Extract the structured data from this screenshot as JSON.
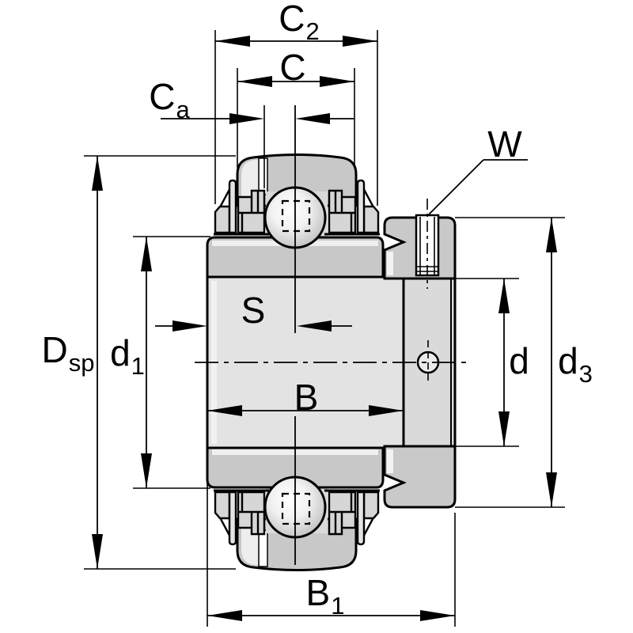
{
  "drawing": {
    "figure_type": "bearing-cross-section-technical-drawing",
    "labels": {
      "C2": {
        "main": "C",
        "sub": "2"
      },
      "C": {
        "main": "C",
        "sub": ""
      },
      "Ca": {
        "main": "C",
        "sub": "a"
      },
      "W": {
        "main": "W",
        "sub": ""
      },
      "Dsp": {
        "main": "D",
        "sub": "sp"
      },
      "d1": {
        "main": "d",
        "sub": "1"
      },
      "S": {
        "main": "S",
        "sub": ""
      },
      "B": {
        "main": "B",
        "sub": ""
      },
      "d": {
        "main": "d",
        "sub": ""
      },
      "d3": {
        "main": "d",
        "sub": "3"
      },
      "B1": {
        "main": "B",
        "sub": "1"
      }
    },
    "colors": {
      "outline": "#000000",
      "ring_gray": "#c8c8c8",
      "collar_gray": "#c9c9c9",
      "bore_gray": "#e3e3e3",
      "sleeve_gray": "#dadada",
      "background": "#ffffff"
    }
  }
}
